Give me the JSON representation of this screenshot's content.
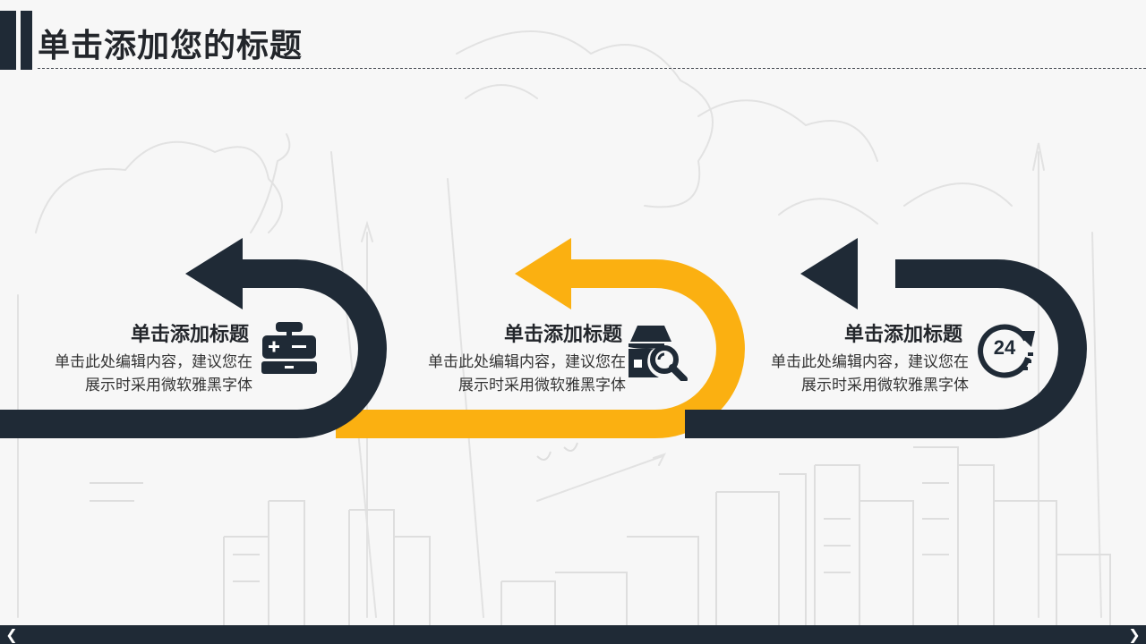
{
  "slide": {
    "title": "单击添加您的标题"
  },
  "steps": [
    {
      "title": "单击添加标题",
      "line1": "单击此处编辑内容，建议您在",
      "line2": "展示时采用微软雅黑字体",
      "icon": "cash-register-icon",
      "color": "#1f2a36"
    },
    {
      "title": "单击添加标题",
      "line1": "单击此处编辑内容，建议您在",
      "line2": "展示时采用微软雅黑字体",
      "icon": "store-search-icon",
      "color": "#fbb011"
    },
    {
      "title": "单击添加标题",
      "line1": "单击此处编辑内容，建议您在",
      "line2": "展示时采用微软雅黑字体",
      "icon": "24-hour-icon",
      "icon_text": "24",
      "color": "#1f2a36"
    }
  ],
  "navigation": {
    "prev": "❮",
    "next": "❯"
  },
  "colors": {
    "navy": "#1f2a36",
    "yellow": "#fbb011",
    "background": "#f7f7f7"
  }
}
